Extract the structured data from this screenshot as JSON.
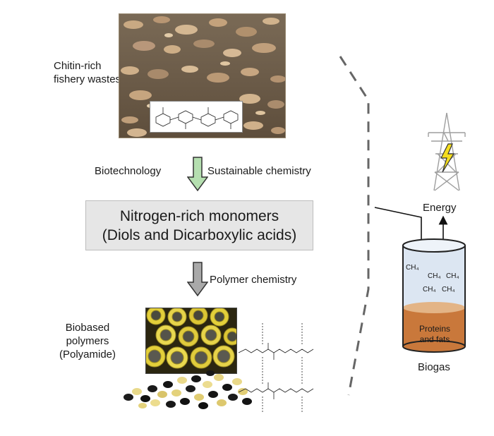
{
  "wastes": {
    "label_line1": "Chitin-rich",
    "label_line2": "fishery wastes"
  },
  "process1": {
    "left_label": "Biotechnology",
    "right_label": "Sustainable chemistry"
  },
  "monomers": {
    "line1": "Nitrogen-rich monomers",
    "line2": "(Diols and Dicarboxylic acids)"
  },
  "process2": {
    "label": "Polymer chemistry"
  },
  "polymers": {
    "line1": "Biobased",
    "line2": "polymers",
    "line3": "(Polyamide)"
  },
  "biogas": {
    "energy_label": "Energy",
    "gas_labels": [
      "CH₄",
      "CH₄",
      "CH₄",
      "CH₄",
      "CH₄"
    ],
    "sediment_line1": "Proteins",
    "sediment_line2": "and fats",
    "reactor_label": "Biogas"
  },
  "colors": {
    "green_arrow": "#b5dfb0",
    "gray_arrow": "#a9a9a9",
    "monomer_box": "#e6e6e6",
    "sediment": "#c9783b",
    "gas_fill": "#dce6f2",
    "bolt": "#f4dd1e"
  }
}
